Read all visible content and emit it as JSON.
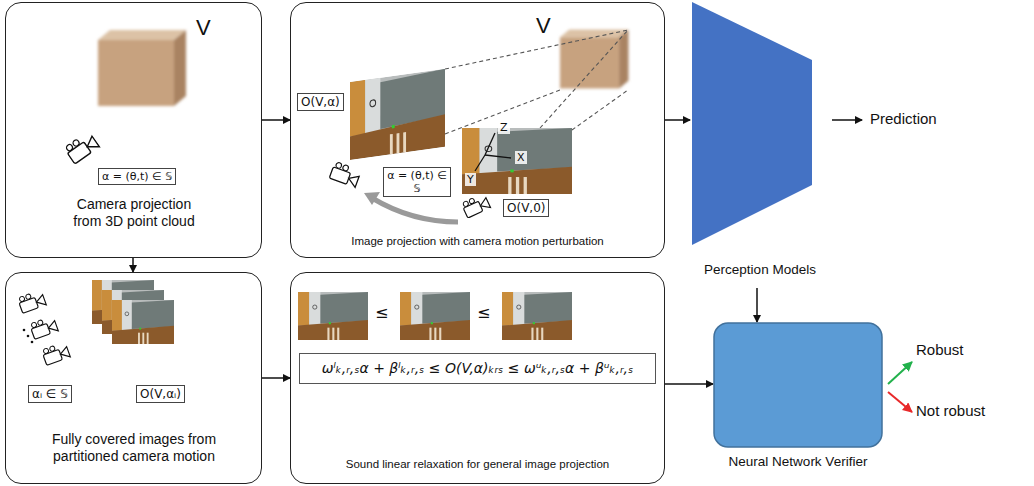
{
  "diagram": {
    "nodes": [
      {
        "text": [
          "V",
          "α = (θ,t) ∈ 𝕊",
          "Camera projection from 3D point cloud"
        ]
      },
      {
        "text": [
          "V",
          "Z",
          "X",
          "Y",
          "O(V,α)",
          "α = (θ,t) ∈ 𝕊",
          "O(V,0)",
          "Image projection with camera motion perturbation"
        ]
      },
      {
        "text": [
          "Perception Models"
        ]
      },
      {
        "text": [
          "αᵢ ∈ 𝕊",
          "O(V,αᵢ)",
          "Fully covered images from partitioned camera motion"
        ]
      },
      {
        "text": [
          "≤",
          "≤",
          "ωˡₖ,ᵣ,ₛα + βˡₖ,ᵣ,ₛ ≤ O(V,α)ₖᵣₛ ≤ ωᵘₖ,ᵣ,ₛα + βᵘₖ,ᵣ,ₛ",
          "Sound linear relaxation for general image projection"
        ]
      },
      {
        "text": [
          "Neural Network Verifier"
        ]
      }
    ],
    "edges": [
      {
        "from": 0,
        "to": 1,
        "arrow": "to"
      },
      {
        "from": 1,
        "to": 2,
        "arrow": "to"
      },
      {
        "from": 0,
        "to": 3,
        "arrow": "to"
      },
      {
        "from": 3,
        "to": 4,
        "arrow": "to"
      },
      {
        "from": 4,
        "to": 5,
        "arrow": "to"
      },
      {
        "from": 2,
        "to": 5,
        "arrow": "to"
      }
    ],
    "labels": [
      "Prediction",
      "Robust",
      "Not robust"
    ]
  }
}
